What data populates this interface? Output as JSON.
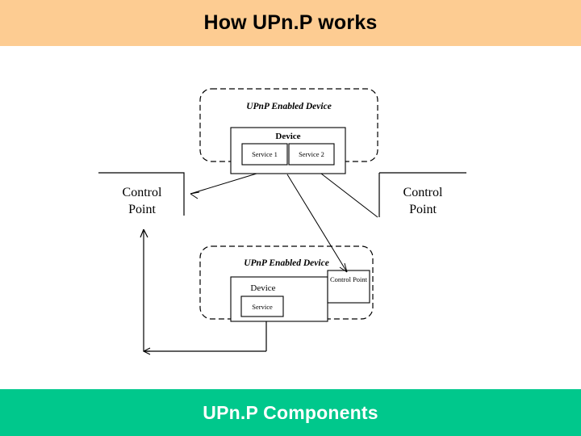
{
  "slide": {
    "title": "How UPn.P works",
    "footer": "UPn.P Components",
    "title_bar_color": "#fdcc92",
    "footer_bar_color": "#00c88c",
    "footer_text_color": "#ffffff",
    "background_color": "#ffffff"
  },
  "diagram": {
    "type": "network-topology",
    "nodes": {
      "device_top": {
        "outer_label": "UPnP Enabled Device",
        "device_label": "Device",
        "services": [
          "Service 1",
          "Service 2"
        ]
      },
      "device_bottom": {
        "outer_label": "UPnP Enabled Device",
        "device_label": "Device",
        "services": [
          "Service"
        ],
        "control_point_label": "Control Point"
      },
      "control_point_left": {
        "label_line1": "Control",
        "label_line2": "Point"
      },
      "control_point_right": {
        "label_line1": "Control",
        "label_line2": "Point"
      }
    },
    "connections": [
      {
        "from": "device_top",
        "to": "control_point_left",
        "arrow": true
      },
      {
        "from": "device_top",
        "to": "control_point_right",
        "arrow": false
      },
      {
        "from": "control_point_left",
        "to": "device_bottom",
        "arrow": true
      },
      {
        "from": "device_top",
        "to": "device_bottom_control_point",
        "arrow": true
      }
    ]
  }
}
